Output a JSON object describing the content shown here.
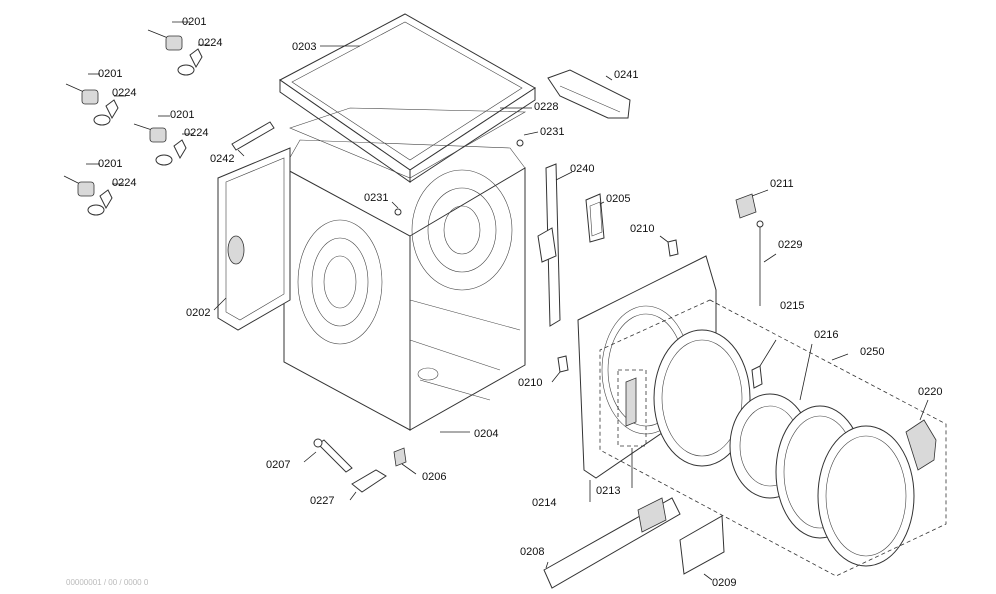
{
  "labels": {
    "l0201a": "0201",
    "l0224a": "0224",
    "l0201b": "0201",
    "l0224b": "0224",
    "l0201c": "0201",
    "l0224c": "0224",
    "l0201d": "0201",
    "l0224d": "0224",
    "l0203": "0203",
    "l0228": "0228",
    "l0231a": "0231",
    "l0231b": "0231",
    "l0241": "0241",
    "l0242": "0242",
    "l0240": "0240",
    "l0205": "0205",
    "l0211": "0211",
    "l0210a": "0210",
    "l0229": "0229",
    "l0215": "0215",
    "l0216": "0216",
    "l0250": "0250",
    "l0220": "0220",
    "l0202": "0202",
    "l0210b": "0210",
    "l0204": "0204",
    "l0207": "0207",
    "l0206": "0206",
    "l0227": "0227",
    "l0214": "0214",
    "l0213": "0213",
    "l0208": "0208",
    "l0209": "0209"
  },
  "footer_text": "00000001 / 00 / 0000 0"
}
